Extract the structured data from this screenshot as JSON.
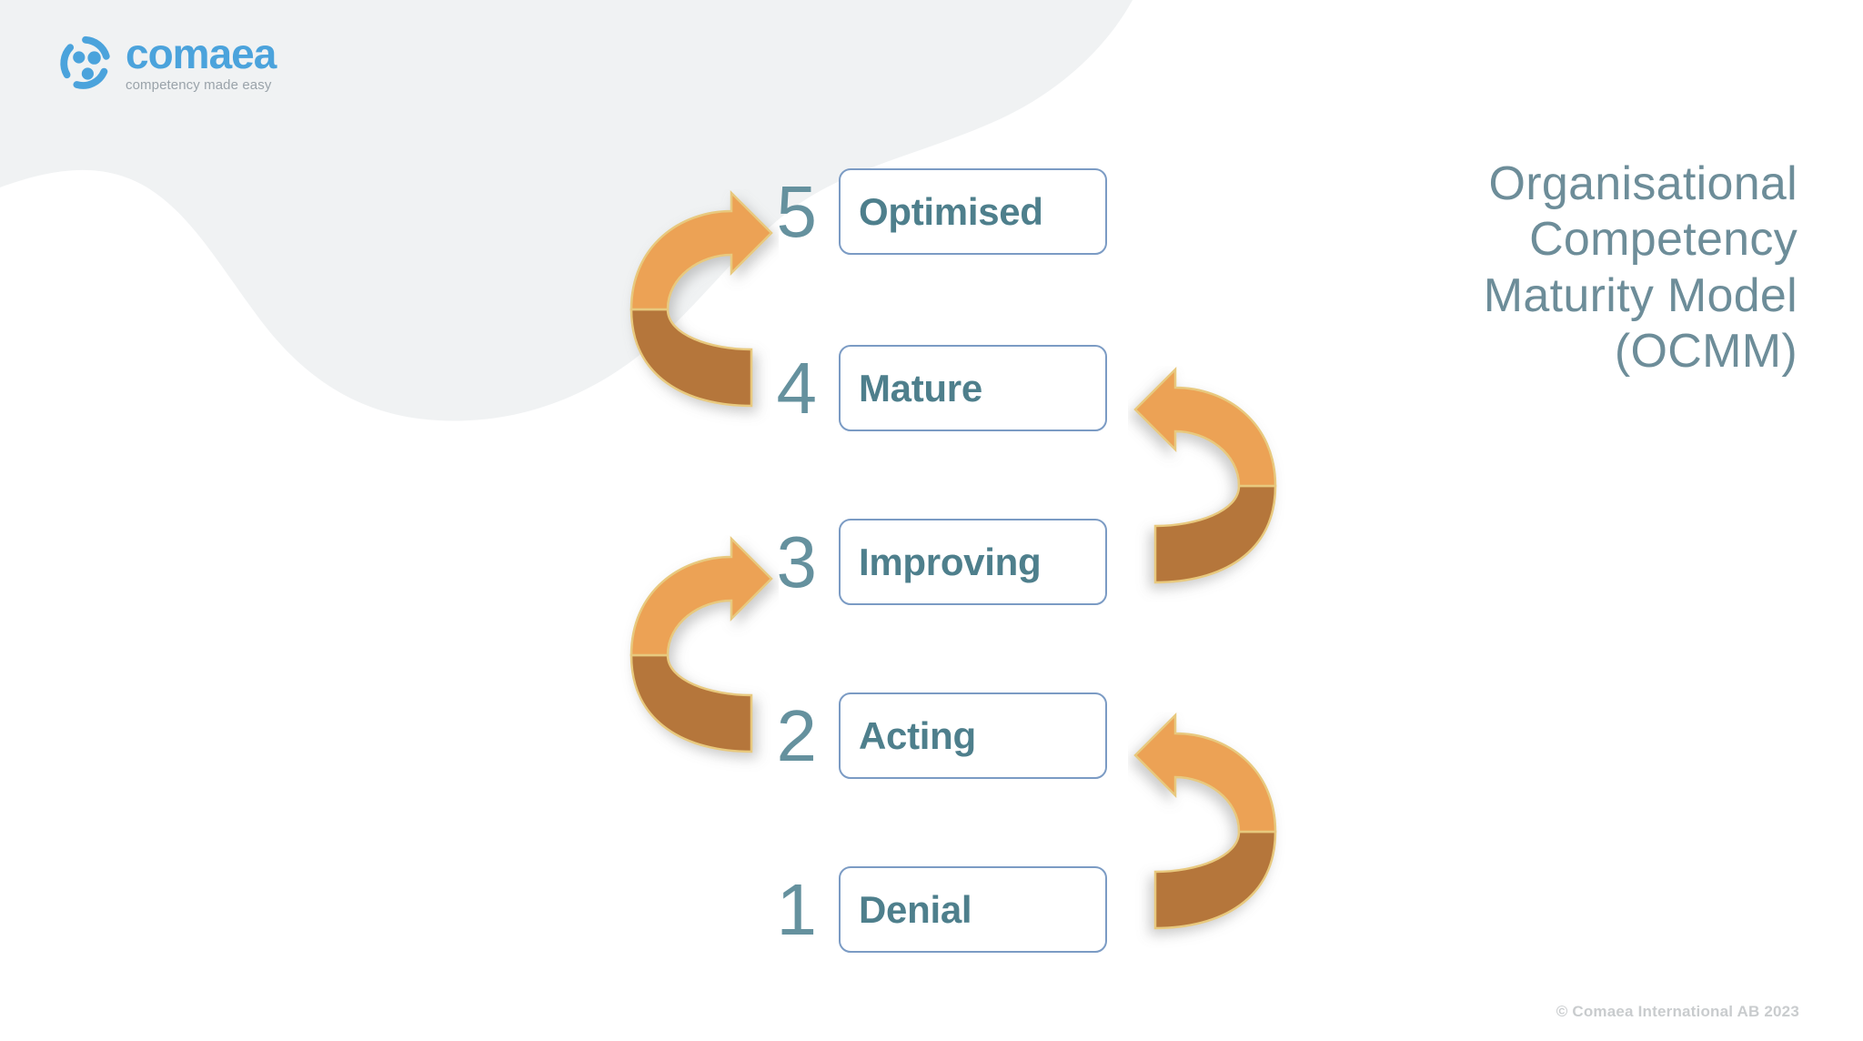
{
  "brand": {
    "wordmark": "comaea",
    "tagline": "competency made easy",
    "logo_icon": "comaea-circle-dots-logo",
    "logo_color": "#4BA3DC",
    "tagline_color": "#9AA3AA"
  },
  "title": {
    "lines": [
      "Organisational",
      "Competency",
      "Maturity Model",
      "(OCMM)"
    ],
    "full": "Organisational Competency Maturity Model (OCMM)",
    "color": "#6D8D99"
  },
  "diagram": {
    "name": "ocmm-maturity-ladder",
    "box_border_color": "#7B9BC4",
    "label_color": "#4E7F8C",
    "number_color": "#65919E",
    "levels": [
      {
        "number": "5",
        "label": "Optimised"
      },
      {
        "number": "4",
        "label": "Mature"
      },
      {
        "number": "3",
        "label": "Improving"
      },
      {
        "number": "2",
        "label": "Acting"
      },
      {
        "number": "1",
        "label": "Denial"
      }
    ],
    "arrows": [
      {
        "name": "arrow-denial-to-acting",
        "side": "right",
        "direction": "up-left"
      },
      {
        "name": "arrow-acting-to-improving",
        "side": "left",
        "direction": "up-right"
      },
      {
        "name": "arrow-improving-to-mature",
        "side": "right",
        "direction": "up-left"
      },
      {
        "name": "arrow-mature-to-optimised",
        "side": "left",
        "direction": "up-right"
      }
    ],
    "arrow_color_light": "#ECA254",
    "arrow_color_dark": "#B5763A"
  },
  "background": {
    "blob_color": "#F0F2F3"
  },
  "footer": {
    "copyright": "© Comaea International AB 2023",
    "color": "#C9CCCE"
  }
}
